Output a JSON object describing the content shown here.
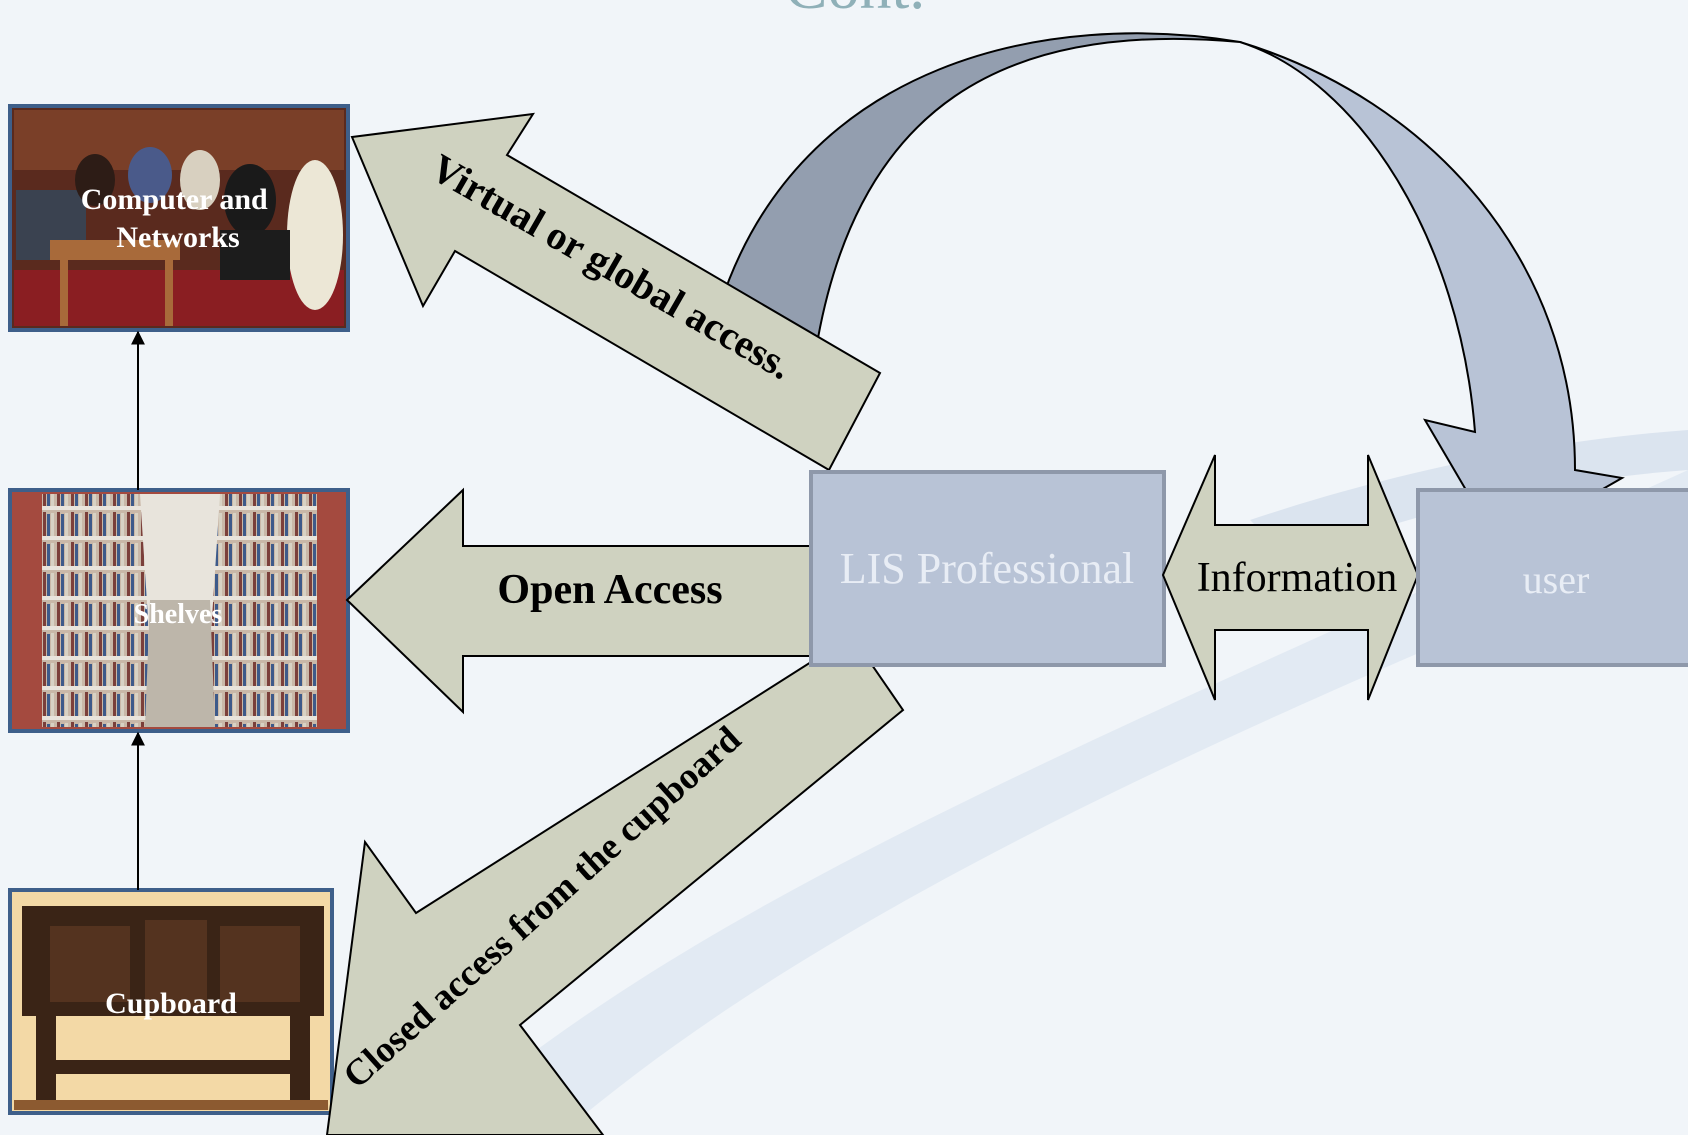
{
  "slide": {
    "title_fragment": "Cont."
  },
  "colors": {
    "background": "#f1f5f9",
    "arrow_fill": "#cfd2c0",
    "box_fill": "#b8c3d6",
    "box_stroke": "#8e98aa",
    "box_text": "#e8edf5",
    "title_text": "#8fb0b8",
    "curve_dark": "#939eaf",
    "curve_light": "#b8c3d6"
  },
  "images": {
    "computers": {
      "label_line1": "Computer and",
      "label_line2": "Networks",
      "icon": "computer-room-photo"
    },
    "shelves": {
      "label": "Shelves",
      "icon": "library-shelves-photo"
    },
    "cupboard": {
      "label": "Cupboard",
      "icon": "cupboard-photo"
    }
  },
  "boxes": {
    "lis": "LIS Professional",
    "user": "user"
  },
  "arrows": {
    "virtual": "Virtual or global access.",
    "open": "Open Access",
    "closed": "Closed access from the cupboard",
    "information": "Information"
  }
}
